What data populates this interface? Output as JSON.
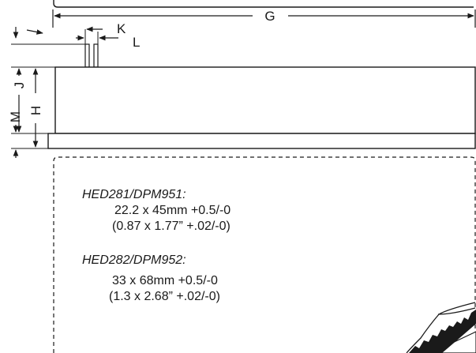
{
  "dimensions": {
    "G": "G",
    "K": "K",
    "L": "L",
    "J": "J",
    "H": "H",
    "M": "M"
  },
  "cutout_specs": [
    {
      "model": "HED281/DPM951:",
      "metric": "22.2  x 45mm +0.5/-0",
      "imperial": "(0.87 x 1.77” +.02/-0)"
    },
    {
      "model": "HED282/DPM952:",
      "metric": "33 x 68mm  +0.5/-0",
      "imperial": "(1.3 x 2.68” +.02/-0)"
    }
  ]
}
